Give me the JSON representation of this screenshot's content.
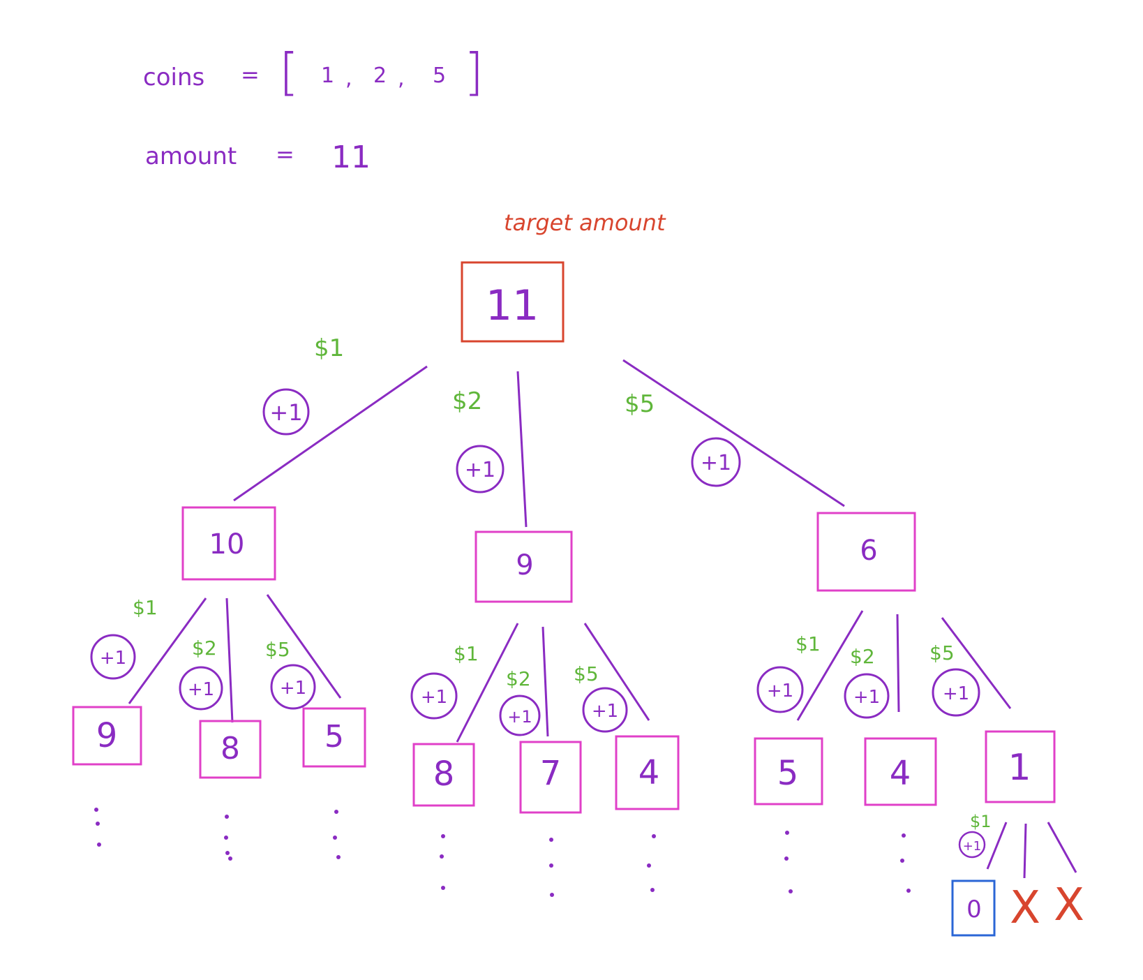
{
  "header": {
    "coins_label": "coins",
    "eq1": "=",
    "open_bracket": "[",
    "coin_values": [
      "1",
      ",",
      "2",
      ",",
      "5"
    ],
    "close_bracket": "]",
    "amount_label": "amount",
    "eq2": "=",
    "amount_value": "11"
  },
  "annotation": {
    "target": "target amount"
  },
  "colors": {
    "purple": "#8a2bc2",
    "magenta": "#e040c8",
    "green": "#5fb63a",
    "red": "#d8452e",
    "blue": "#2a66d6"
  },
  "tree": {
    "root": "11",
    "level1": [
      "10",
      "9",
      "6"
    ],
    "level1_edges": [
      "$1",
      "$2",
      "$5"
    ],
    "plus_one": "+1",
    "level2": [
      {
        "nodes": [
          "9",
          "8",
          "5"
        ],
        "edges": [
          "$1",
          "$2",
          "$5"
        ]
      },
      {
        "nodes": [
          "8",
          "7",
          "4"
        ],
        "edges": [
          "$1",
          "$2",
          "$5"
        ]
      },
      {
        "nodes": [
          "5",
          "4",
          "1"
        ],
        "edges": [
          "$1",
          "$2",
          "$5"
        ]
      }
    ],
    "level3": {
      "node": "0",
      "edge": "$1",
      "invalid": [
        "X",
        "X"
      ]
    }
  }
}
